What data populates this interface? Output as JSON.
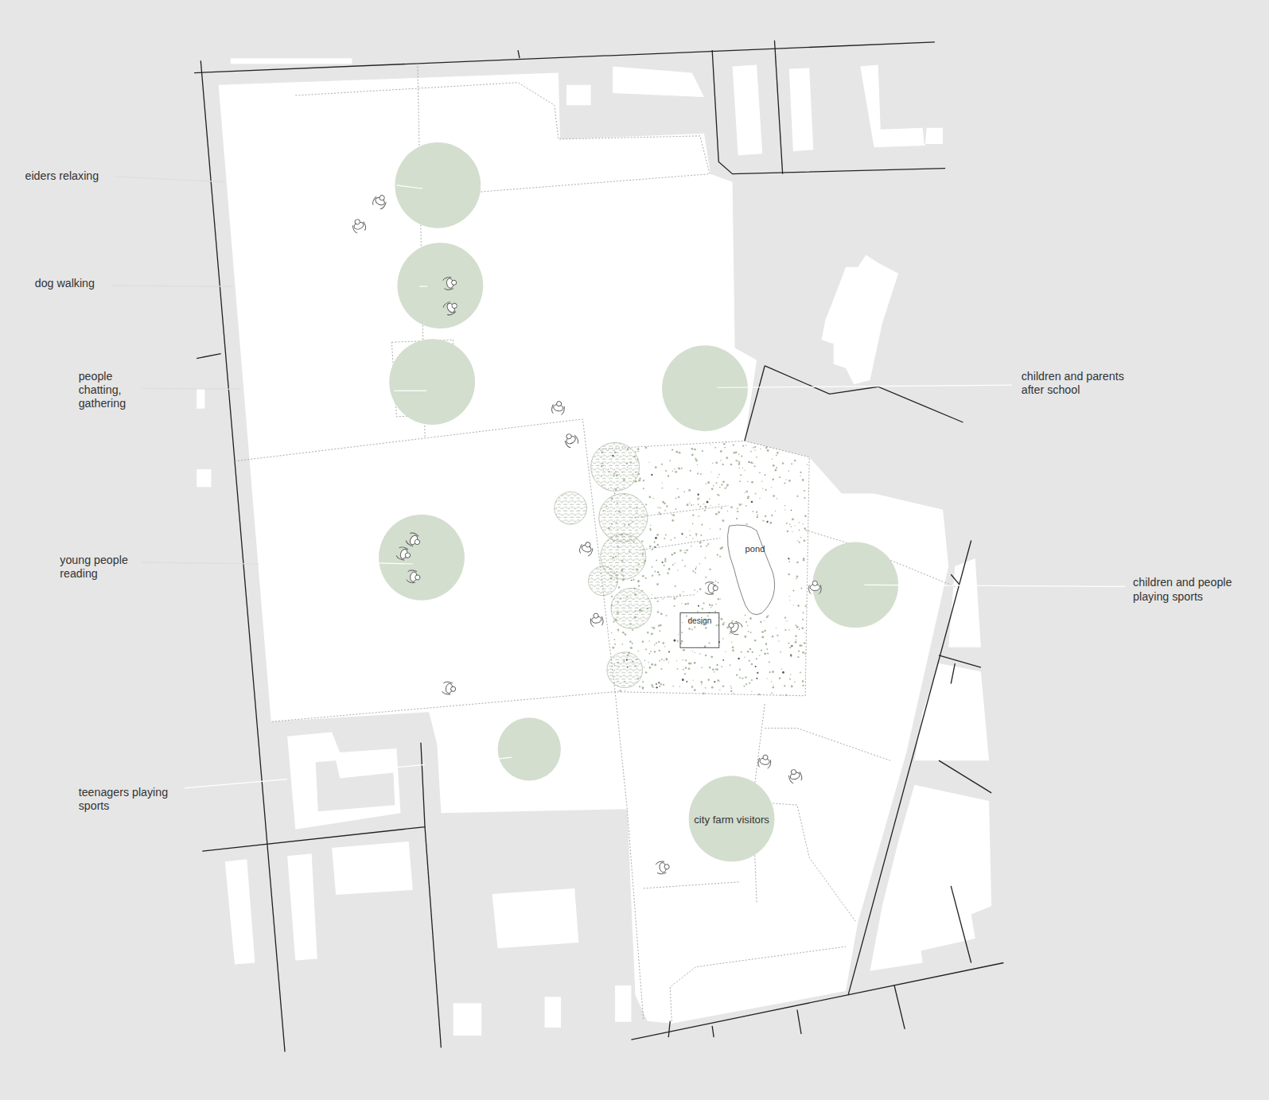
{
  "diagram": {
    "nodes": [
      {
        "text": [
          "pond"
        ]
      },
      {
        "text": [
          "design"
        ]
      },
      {
        "text": [
          "city farm visitors"
        ]
      }
    ],
    "labels": [
      "eiders relaxing",
      "dog walking",
      "people chatting, gathering",
      "young people reading",
      "children and parents after school",
      "children and people playing sports",
      "teenagers playing sports"
    ]
  }
}
